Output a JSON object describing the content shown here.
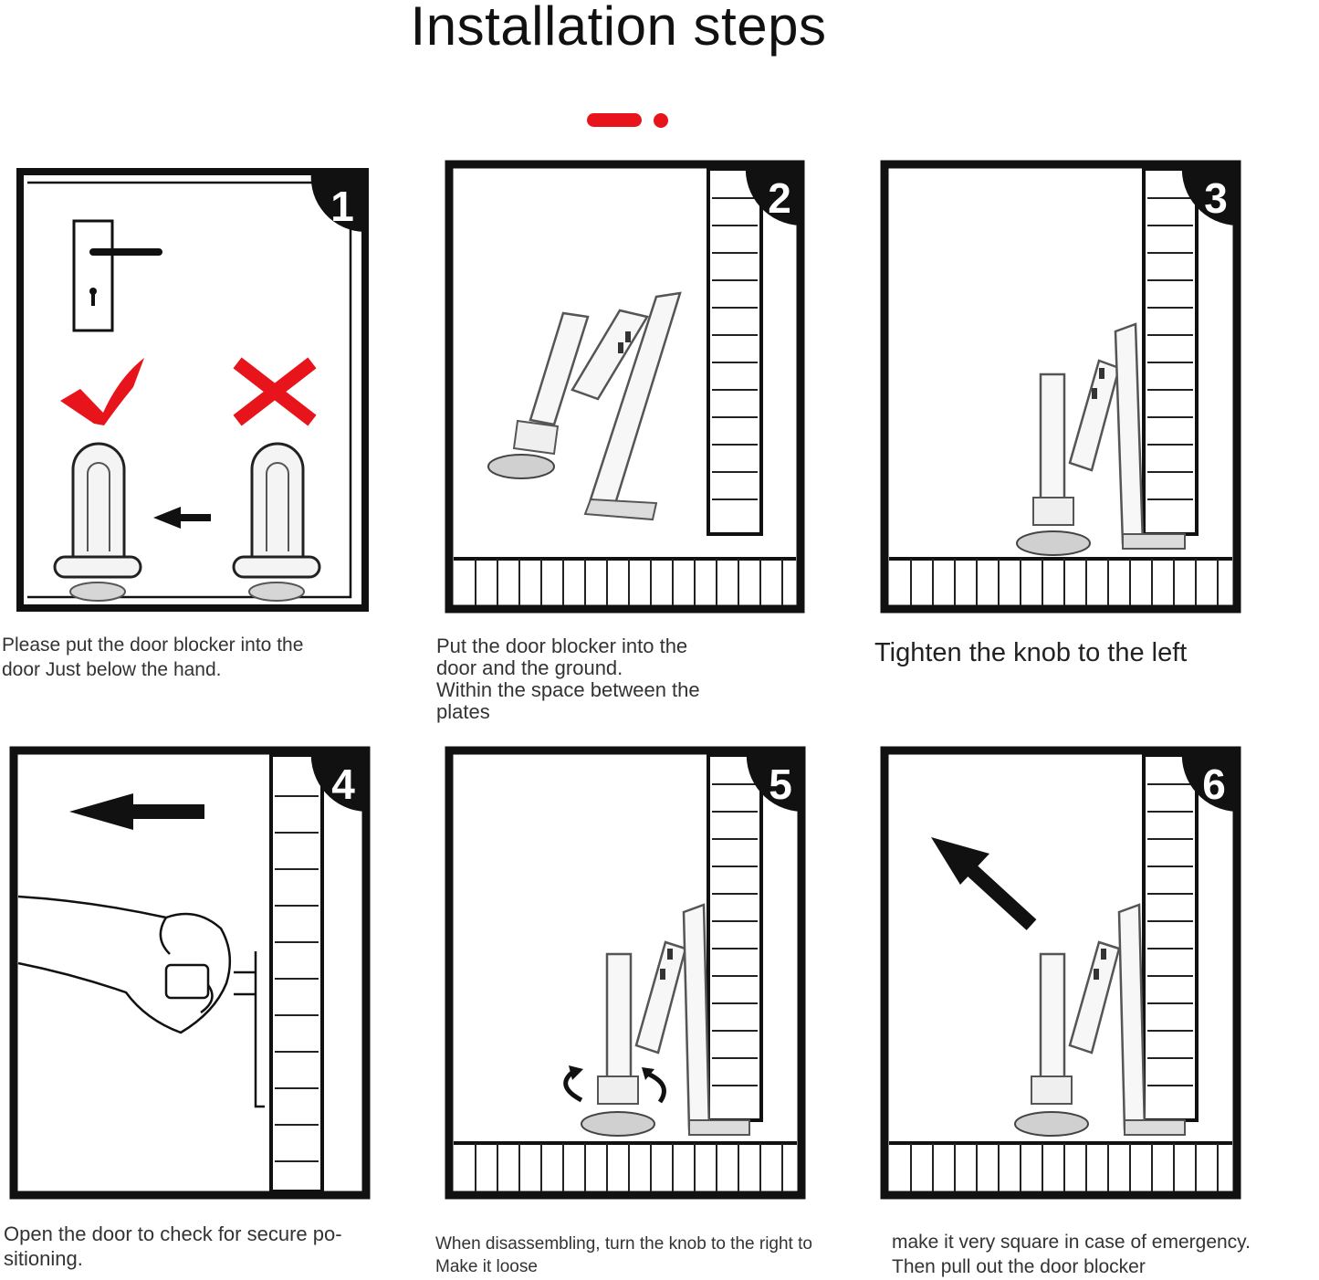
{
  "title": "Installation steps",
  "colors": {
    "accent": "#e8141c",
    "frame": "#111111"
  },
  "steps": [
    {
      "number": "1",
      "caption": "Please put the door blocker into the\ndoor Just below the hand."
    },
    {
      "number": "2",
      "caption": "Put the door blocker into the\ndoor and the ground.\nWithin the space between the\nplates"
    },
    {
      "number": "3",
      "caption": "Tighten the knob to the left"
    },
    {
      "number": "4",
      "caption": "Open the door to check for secure po-\nsitioning."
    },
    {
      "number": "5",
      "caption": "When disassembling, turn the knob to the right to\nMake it loose"
    },
    {
      "number": "6",
      "caption": "make it very square in case of emergency.\nThen pull out the door blocker"
    }
  ]
}
